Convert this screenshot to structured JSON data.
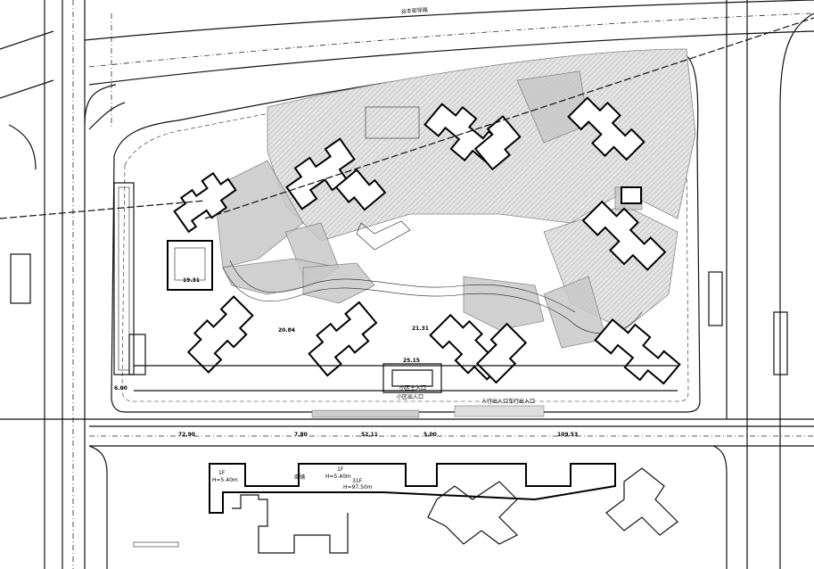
{
  "drawing": {
    "road_label_top": "谷丰街导路",
    "dimensions": {
      "d1": "72.90",
      "d2": "7.80",
      "d3": "52.11",
      "d4": "109.53",
      "d5": "25.15",
      "d6": "21.31",
      "d7": "20.84",
      "d8": "19.31",
      "d9": "6.00",
      "d10": "5.00"
    },
    "labels": {
      "entrance_main": "小区主入口",
      "height_1": "H=5.40m",
      "height_2": "H=5.40m",
      "height_3": "H=97.50m",
      "floor_1": "1F",
      "floor_2": "1F",
      "floor_3": "31F",
      "shop": "商铺",
      "gate_1": "小区出入口",
      "gate_2": "人行出入口",
      "gate_3": "车行出入口"
    },
    "colors": {
      "line": "#111111",
      "shade": "#c8c8c8"
    }
  }
}
